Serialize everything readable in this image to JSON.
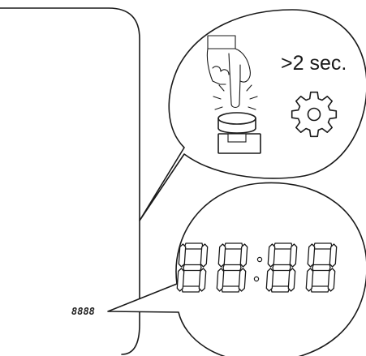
{
  "callout_top": {
    "hold_text": ">2 sec.",
    "icons": [
      "pointing-hand-icon",
      "push-button-icon",
      "gear-icon"
    ]
  },
  "callout_bottom": {
    "display_digits": "8888",
    "display_separator": "colon"
  },
  "device": {
    "small_display_text": "8888"
  },
  "colors": {
    "line": "#1a1a1a",
    "background": "#ffffff"
  }
}
